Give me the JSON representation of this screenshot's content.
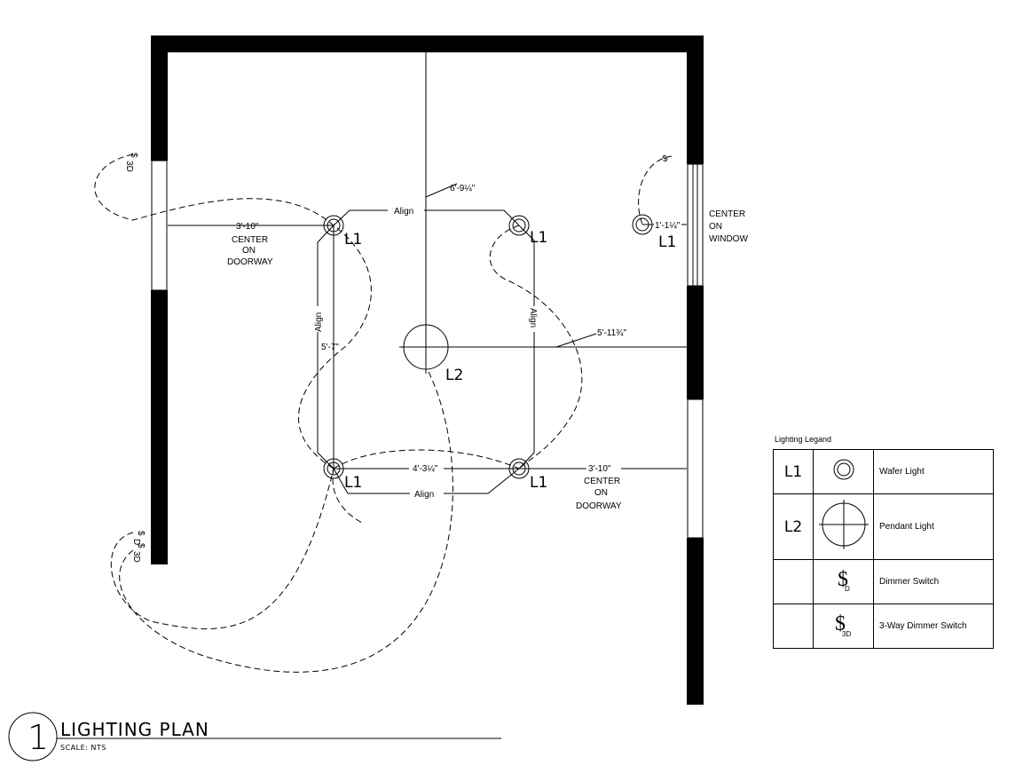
{
  "dimensions": {
    "top_center": "6'-9¼\"",
    "left_door": "3'-10\"",
    "window_offset": "1'-1¼\"",
    "vertical_left": "5'-7\"",
    "pendant_right": "5'-11¾\"",
    "bottom_spacing": "4'-3¼\"",
    "right_door": "3'-10\""
  },
  "notes": {
    "center_on": "CENTER",
    "on": "ON",
    "doorway": "DOORWAY",
    "window": "WINDOW",
    "align": "Align"
  },
  "tags": {
    "l1": "L1",
    "l2": "L2",
    "switch_symbol": "$",
    "dimmer_sub": "D",
    "three_way_sub": "3D"
  },
  "legend": {
    "title": "Lighting Legand",
    "rows": [
      {
        "label": "L1",
        "description": "Wafer Light",
        "icon": "wafer-light-icon"
      },
      {
        "label": "L2",
        "description": "Pendant Light",
        "icon": "pendant-light-icon"
      },
      {
        "label": "",
        "description": "Dimmer Switch",
        "icon": "dimmer-switch-icon"
      },
      {
        "label": "",
        "description": "3-Way Dimmer Switch",
        "icon": "three-way-dimmer-switch-icon"
      }
    ]
  },
  "title_block": {
    "number": "1",
    "title": "LIGHTING PLAN",
    "scale": "SCALE: NTS"
  }
}
